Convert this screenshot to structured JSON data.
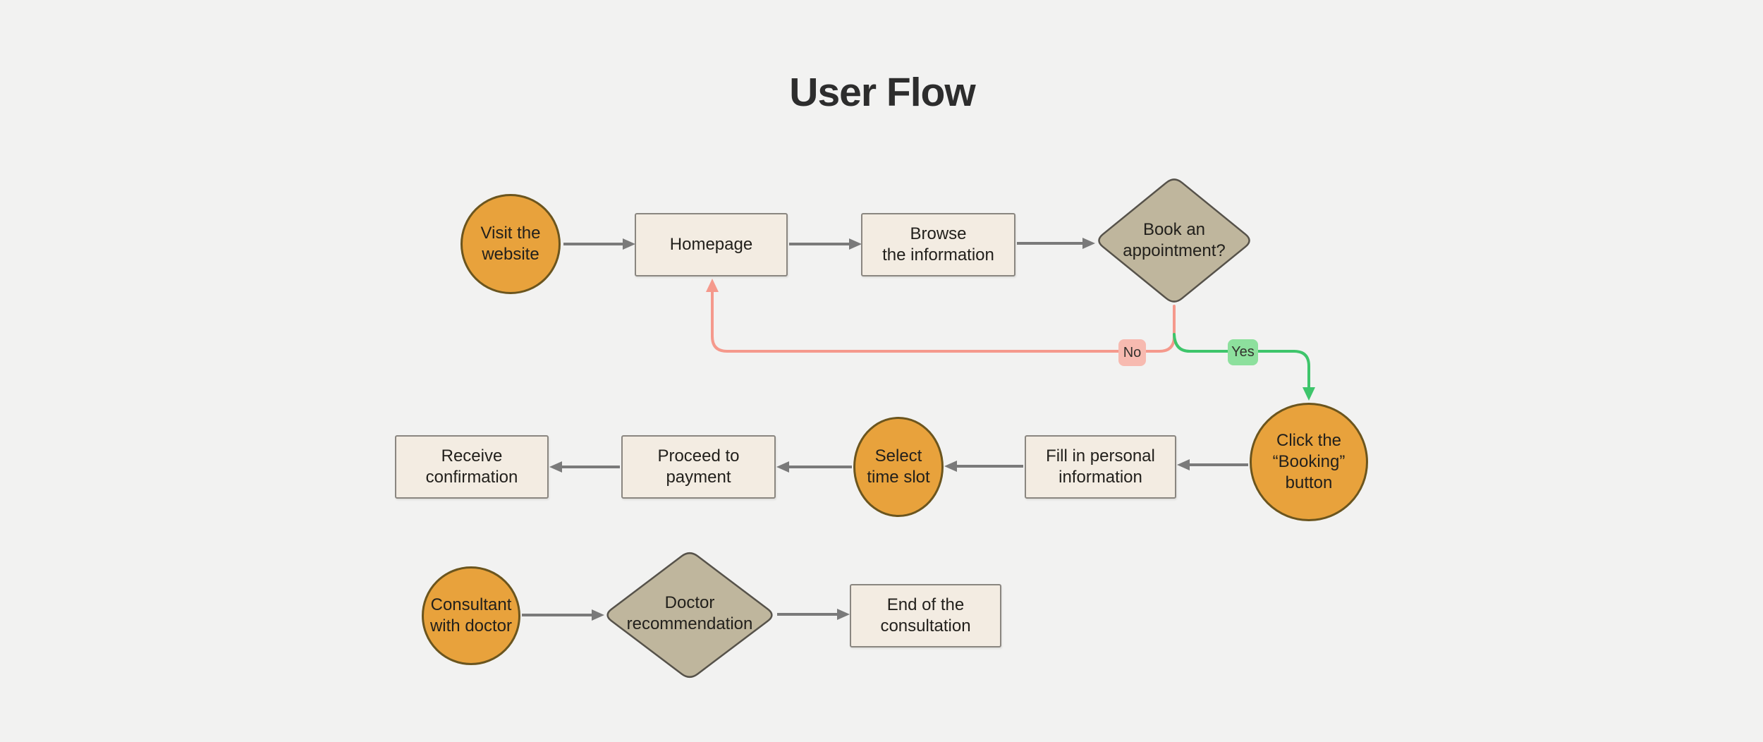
{
  "title": "User Flow",
  "colors": {
    "background": "#F2F2F1",
    "circle_fill": "#E8A23C",
    "circle_border": "#6B551E",
    "rect_fill": "#F3ECE2",
    "rect_border": "#8A8680",
    "diamond_fill": "#BFB69D",
    "diamond_border": "#56524A",
    "connector_gray": "#7A7A7A",
    "connector_no": "#F5998C",
    "connector_yes": "#3EC56B",
    "badge_no_bg": "#F7BAB0",
    "badge_yes_bg": "#8DE09D",
    "title_color": "#2D2D2D"
  },
  "nodes": {
    "visit_website": {
      "label": "Visit the\nwebsite",
      "shape": "circle"
    },
    "homepage": {
      "label": "Homepage",
      "shape": "rect"
    },
    "browse_information": {
      "label": "Browse\nthe information",
      "shape": "rect"
    },
    "book_appointment": {
      "label": "Book an\nappointment?",
      "shape": "diamond"
    },
    "click_booking_button": {
      "label": "Click the\n“Booking”\nbutton",
      "shape": "circle"
    },
    "fill_personal_information": {
      "label": "Fill in personal\ninformation",
      "shape": "rect"
    },
    "select_time_slot": {
      "label": "Select\ntime slot",
      "shape": "circle"
    },
    "proceed_to_payment": {
      "label": "Proceed to\npayment",
      "shape": "rect"
    },
    "receive_confirmation": {
      "label": "Receive\nconfirmation",
      "shape": "rect"
    },
    "consultant_with_doctor": {
      "label": "Consultant\nwith doctor",
      "shape": "circle"
    },
    "doctor_recommendation": {
      "label": "Doctor\nrecommendation",
      "shape": "diamond"
    },
    "end_of_consultation": {
      "label": "End of the\nconsultation",
      "shape": "rect"
    }
  },
  "edge_labels": {
    "no": "No",
    "yes": "Yes"
  }
}
